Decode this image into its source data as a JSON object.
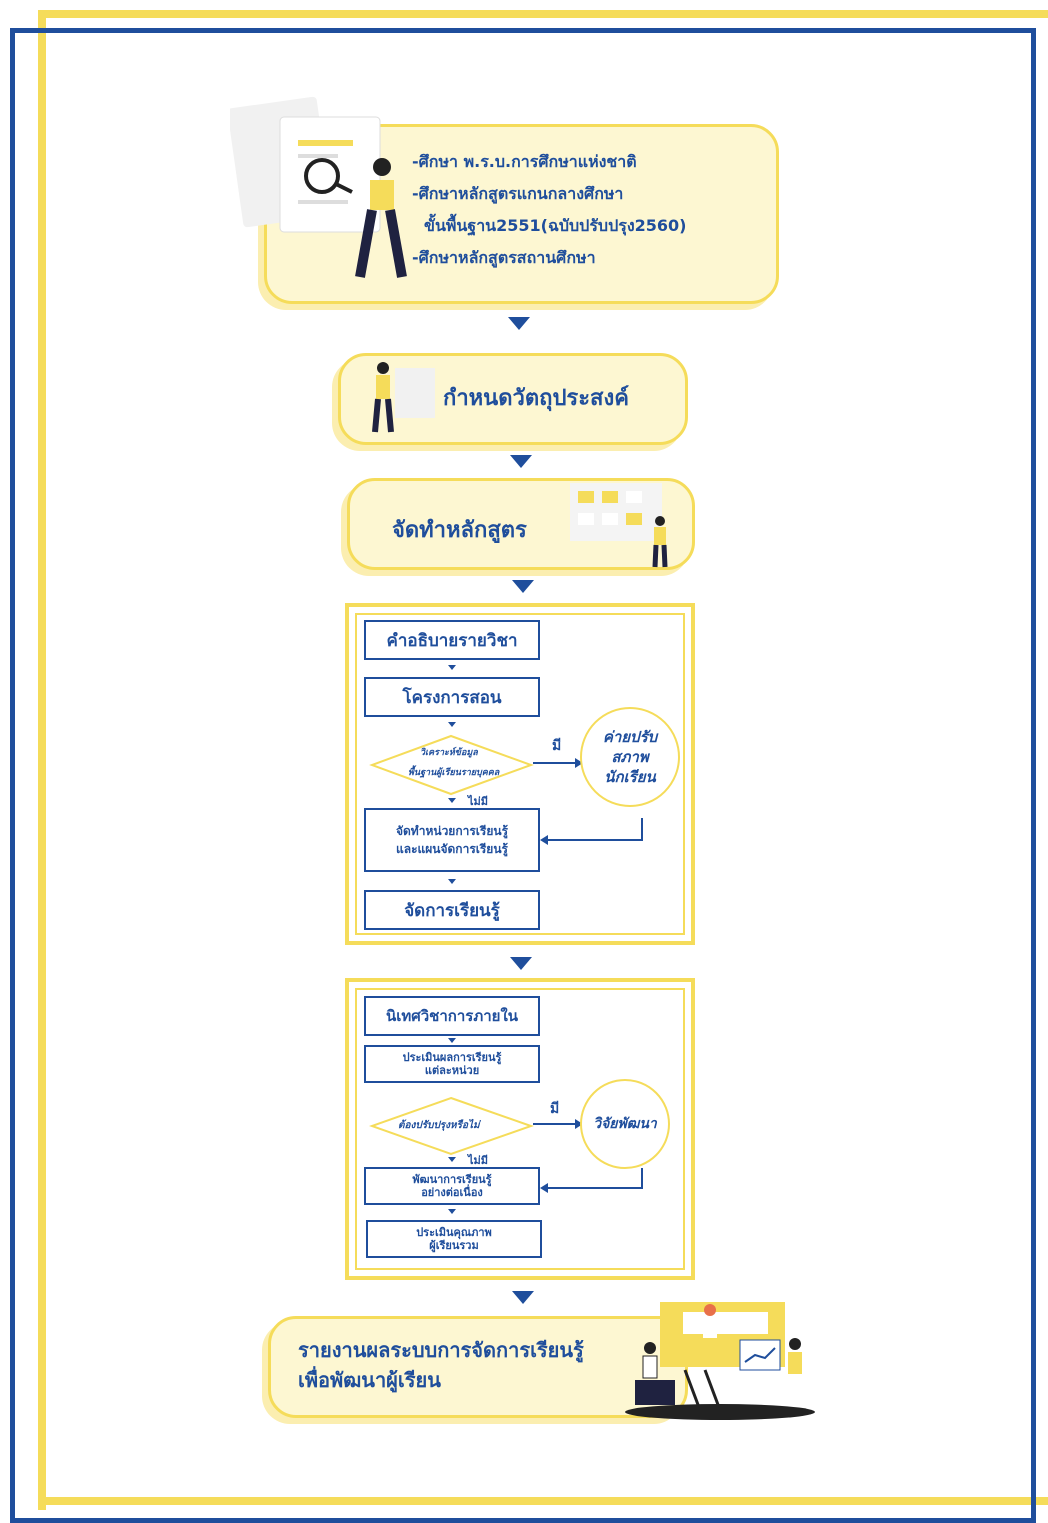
{
  "step1": {
    "lines": [
      "-ศึกษา พ.ร.บ.การศึกษาแห่งชาติ",
      "-ศึกษาหลักสูตรแกนกลางศึกษา",
      "ขั้นพื้นฐาน2551(ฉบับปรับปรุง2560)",
      "-ศึกษาหลักสูตรสถานศึกษา"
    ]
  },
  "step2": {
    "label": "กำหนดวัตถุประสงค์"
  },
  "step3": {
    "label": "จัดทำหลักสูตร"
  },
  "flow1": {
    "box1": "คำอธิบายรายวิชา",
    "box2": "โครงการสอน",
    "decision": [
      "วิเคราะห์ข้อมูล",
      "พื้นฐานผู้เรียนรายบุคคล"
    ],
    "yes": "มี",
    "no": "ไม่มี",
    "circle": [
      "ค่ายปรับ",
      "สภาพ",
      "นักเรียน"
    ],
    "box3": [
      "จัดทำหน่วยการเรียนรู้",
      "และแผนจัดการเรียนรู้"
    ],
    "box4": "จัดการเรียนรู้"
  },
  "flow2": {
    "box1": "นิเทศวิชาการภายใน",
    "box2": [
      "ประเมินผลการเรียนรู้",
      "แต่ละหน่วย"
    ],
    "decision": "ต้องปรับปรุงหรือไม่",
    "yes": "มี",
    "no": "ไม่มี",
    "circle": "วิจัยพัฒนา",
    "box3": [
      "พัฒนาการเรียนรู้",
      "อย่างต่อเนื่อง"
    ],
    "box4": [
      "ประเมินคุณภาพ",
      "ผู้เรียนรวม"
    ]
  },
  "step_final": {
    "lines": [
      "รายงานผลระบบการจัดการเรียนรู้",
      "เพื่อพัฒนาผู้เรียน"
    ]
  },
  "colors": {
    "blue": "#1f4e9c",
    "yellow": "#f5dc5a",
    "cream": "#fdf7d2"
  }
}
